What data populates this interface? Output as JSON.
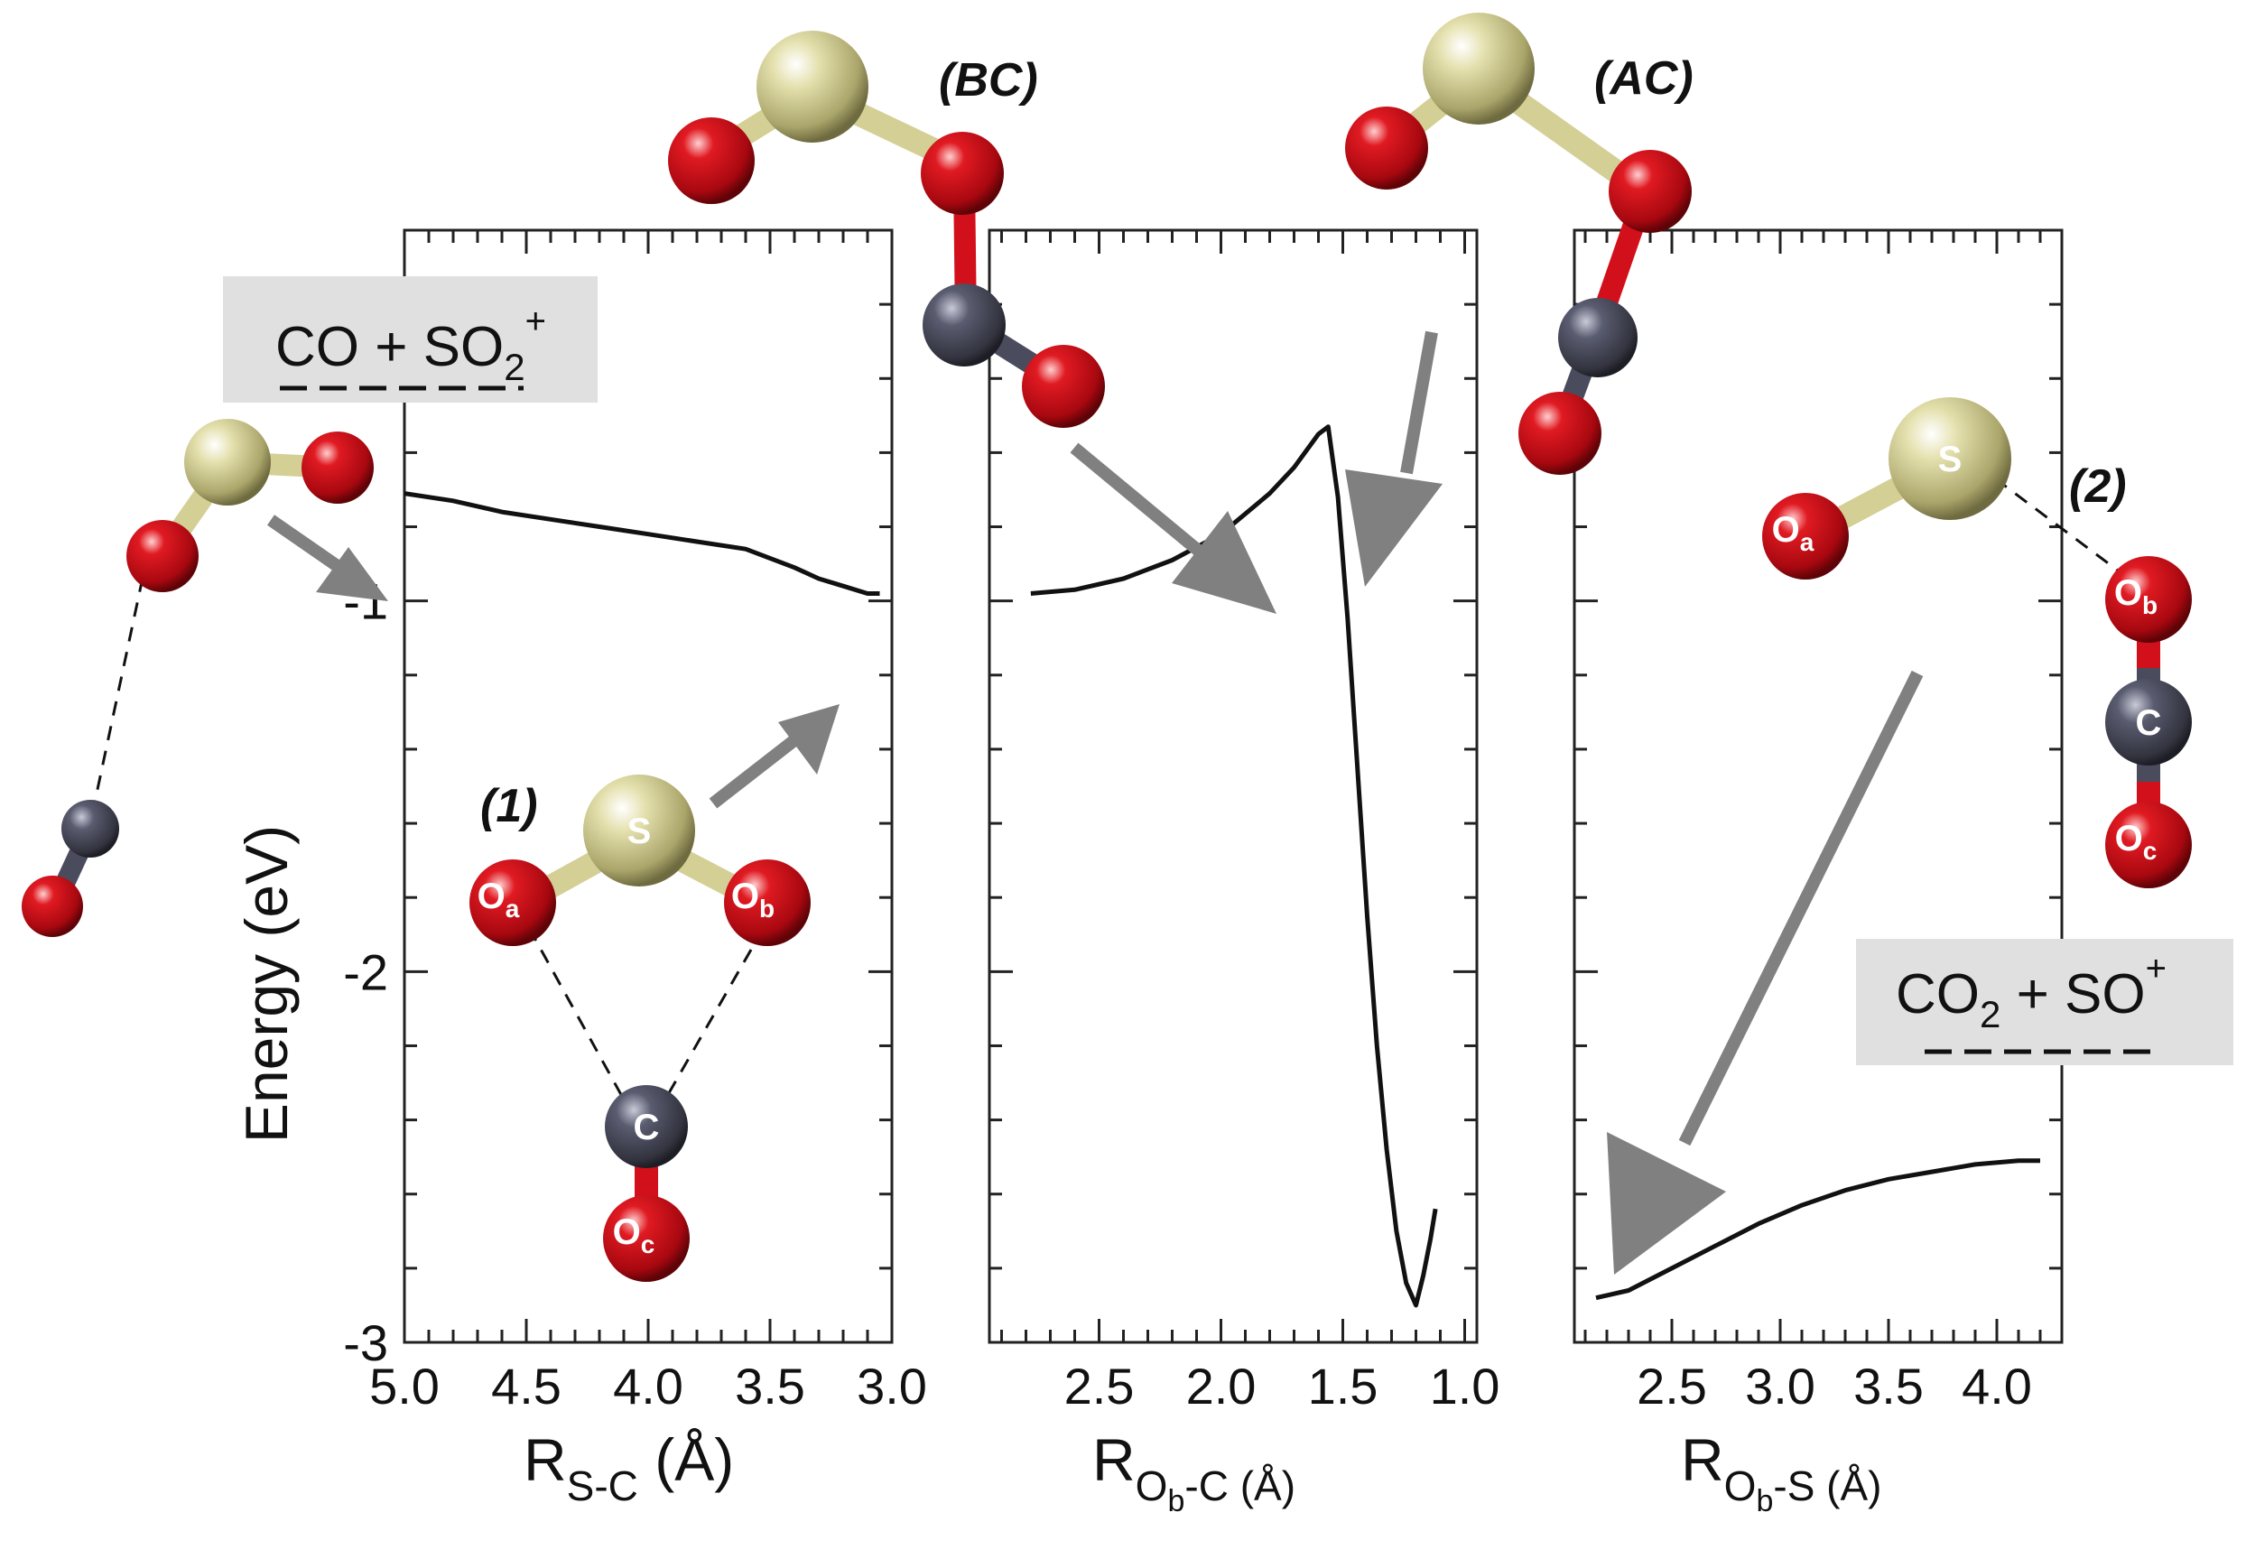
{
  "colors": {
    "curve": "#111111",
    "frame": "#222222",
    "arrow": "#808080",
    "label_box": "#e0e0e0",
    "sulfur": "#d4cf95",
    "oxygen": "#d2101b",
    "carbon": "#4a4c5e"
  },
  "y_axis": {
    "label": "Energy (eV)",
    "range": [
      -3.0,
      0.0
    ],
    "ticks": [
      -1,
      -2,
      -3
    ],
    "tick_labels": [
      "-1",
      "-2",
      "-3"
    ]
  },
  "annotations": {
    "reactant_products": {
      "base": "CO + SO",
      "sub": "2",
      "sup": "+"
    },
    "final_products": {
      "base": "CO",
      "sub": "2",
      "mid": " + SO",
      "sup": "+"
    },
    "tags": [
      "(BC)",
      "(AC)",
      "(1)",
      "(2)"
    ],
    "atoms": {
      "S": "S",
      "C": "C",
      "O": "O",
      "Oa_sub": "a",
      "Ob_sub": "b",
      "Oc_sub": "c"
    }
  },
  "chart_data": [
    {
      "type": "line",
      "panel": 1,
      "xlabel": {
        "base": "R",
        "sub": "S-C",
        "tail": " (Å)"
      },
      "ylabel": "Energy (eV)",
      "xlim": [
        5.0,
        3.0
      ],
      "ylim": [
        -3.0,
        0.0
      ],
      "x_ticks": [
        5.0,
        4.5,
        4.0,
        3.5,
        3.0
      ],
      "x_tick_labels": [
        "5.0",
        "4.5",
        "4.0",
        "3.5",
        "3.0"
      ],
      "series": [
        {
          "x": [
            5.0,
            4.8,
            4.6,
            4.4,
            4.2,
            4.0,
            3.8,
            3.6,
            3.4,
            3.3,
            3.2,
            3.1,
            3.05
          ],
          "y": [
            -0.71,
            -0.73,
            -0.76,
            -0.78,
            -0.8,
            -0.82,
            -0.84,
            -0.86,
            -0.91,
            -0.94,
            -0.96,
            -0.98,
            -0.98
          ]
        }
      ]
    },
    {
      "type": "line",
      "panel": 2,
      "xlabel": {
        "base": "R",
        "sub": "O",
        "subsub": "b",
        "tail": "-C (Å)"
      },
      "xlim": [
        2.95,
        0.95
      ],
      "ylim": [
        -3.0,
        0.0
      ],
      "x_ticks": [
        2.5,
        2.0,
        1.5,
        1.0
      ],
      "x_tick_labels": [
        "2.5",
        "2.0",
        "1.5",
        "1.0"
      ],
      "series": [
        {
          "x": [
            2.78,
            2.6,
            2.4,
            2.2,
            2.0,
            1.8,
            1.7,
            1.6,
            1.56,
            1.52,
            1.48,
            1.44,
            1.4,
            1.36,
            1.32,
            1.28,
            1.24,
            1.2,
            1.17,
            1.14,
            1.12
          ],
          "y": [
            -0.98,
            -0.97,
            -0.94,
            -0.89,
            -0.82,
            -0.71,
            -0.64,
            -0.55,
            -0.53,
            -0.72,
            -1.05,
            -1.45,
            -1.85,
            -2.2,
            -2.48,
            -2.7,
            -2.84,
            -2.9,
            -2.82,
            -2.72,
            -2.64
          ]
        }
      ]
    },
    {
      "type": "line",
      "panel": 3,
      "xlabel": {
        "base": "R",
        "sub": "O",
        "subsub": "b",
        "tail": "-S (Å)"
      },
      "xlim": [
        2.05,
        4.3
      ],
      "ylim": [
        -3.0,
        0.0
      ],
      "x_ticks": [
        2.5,
        3.0,
        3.5,
        4.0
      ],
      "x_tick_labels": [
        "2.5",
        "3.0",
        "3.5",
        "4.0"
      ],
      "series": [
        {
          "x": [
            2.15,
            2.3,
            2.5,
            2.7,
            2.9,
            3.1,
            3.3,
            3.5,
            3.7,
            3.9,
            4.1,
            4.2
          ],
          "y": [
            -2.88,
            -2.86,
            -2.8,
            -2.74,
            -2.68,
            -2.63,
            -2.59,
            -2.56,
            -2.54,
            -2.52,
            -2.51,
            -2.51
          ]
        }
      ]
    }
  ]
}
